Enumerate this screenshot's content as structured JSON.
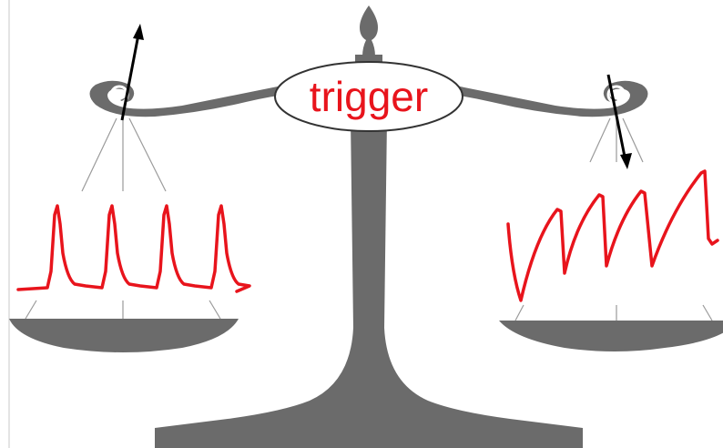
{
  "diagram": {
    "center_label": "trigger",
    "colors": {
      "scale": "#6b6b6b",
      "trace": "#e8141c",
      "arrow": "#000000",
      "string": "#9a9a9a",
      "label_text": "#e8141c",
      "label_border": "#333333"
    },
    "left_pan": {
      "trace_shape": "periodic-spikes",
      "arrow_direction": "up",
      "peak_count": 4
    },
    "right_pan": {
      "trace_shape": "sawtooth-rising",
      "arrow_direction": "down",
      "peak_count": 4
    }
  }
}
